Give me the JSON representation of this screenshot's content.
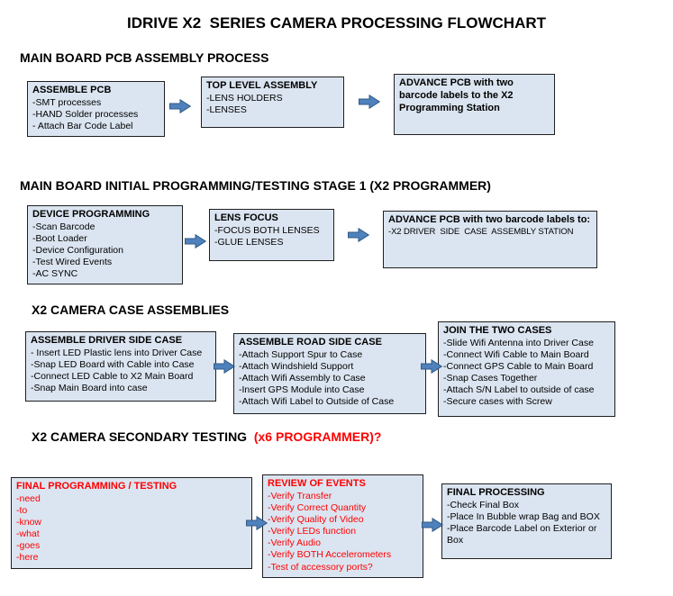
{
  "page": {
    "title": "IDRIVE X2  SERIES CAMERA PROCESSING FLOWCHART"
  },
  "colors": {
    "box_fill": "#dbe5f1",
    "box_border": "#1f1f1f",
    "arrow_fill": "#4f81bd",
    "arrow_stroke": "#2f5a87",
    "red_text": "#ff0000"
  },
  "sections": [
    {
      "heading": "MAIN BOARD PCB ASSEMBLY PROCESS",
      "heading_accent": "",
      "boxes": [
        {
          "title": "ASSEMBLE PCB",
          "lines": [
            "-SMT processes",
            "-HAND Solder processes",
            "- Attach Bar Code Label"
          ]
        },
        {
          "title": "TOP LEVEL ASSEMBLY",
          "lines": [
            "-LENS HOLDERS",
            "-LENSES"
          ]
        },
        {
          "title": "ADVANCE PCB with two barcode labels to the X2 Programming Station",
          "lines": []
        }
      ]
    },
    {
      "heading": "MAIN BOARD INITIAL PROGRAMMING/TESTING STAGE 1 (X2 PROGRAMMER)",
      "heading_accent": "",
      "boxes": [
        {
          "title": "DEVICE PROGRAMMING",
          "lines": [
            "-Scan Barcode",
            "-Boot Loader",
            "-Device Configuration",
            "-Test Wired Events",
            "-AC SYNC"
          ]
        },
        {
          "title": "LENS FOCUS",
          "lines": [
            "-FOCUS BOTH LENSES",
            "-GLUE LENSES"
          ]
        },
        {
          "title": "ADVANCE PCB with two barcode labels to:",
          "lines": [
            "-X2 DRIVER  SIDE  CASE  ASSEMBLY STATION"
          ]
        }
      ]
    },
    {
      "heading": "X2 CAMERA CASE ASSEMBLIES",
      "heading_accent": "",
      "boxes": [
        {
          "title": "ASSEMBLE DRIVER SIDE CASE",
          "lines": [
            "- Insert LED Plastic lens into Driver Case",
            "-Snap LED Board with Cable into Case",
            "-Connect LED Cable to X2 Main Board",
            "-Snap Main Board into case"
          ]
        },
        {
          "title": "ASSEMBLE ROAD SIDE CASE",
          "lines": [
            "-Attach Support Spur to Case",
            "-Attach Windshield Support",
            "-Attach Wifi Assembly to Case",
            "-Insert GPS Module into Case",
            "-Attach Wifi Label to Outside of Case"
          ]
        },
        {
          "title": "JOIN THE TWO CASES",
          "lines": [
            "-Slide Wifi Antenna into Driver Case",
            "-Connect Wifi Cable to Main Board",
            "-Connect GPS Cable to Main Board",
            "-Snap Cases Together",
            "-Attach S/N Label to outside of case",
            "-Secure cases with Screw"
          ]
        }
      ]
    },
    {
      "heading": "X2 CAMERA SECONDARY TESTING  ",
      "heading_accent": "(x6 PROGRAMMER)?",
      "boxes": [
        {
          "title": "FINAL PROGRAMMING / TESTING",
          "lines": [
            "-need",
            "-to",
            "-know",
            "-what",
            "-goes",
            "-here"
          ]
        },
        {
          "title": "REVIEW OF EVENTS",
          "lines": [
            "-Verify Transfer",
            "-Verify Correct Quantity",
            "-Verify Quality of Video",
            "-Verify LEDs function",
            "-Verify Audio",
            "-Verify BOTH Accelerometers",
            "-Test of accessory ports?"
          ]
        },
        {
          "title": "FINAL PROCESSING",
          "lines": [
            "-Check Final Box",
            "-Place In Bubble wrap Bag and BOX",
            "-Place Barcode Label on Exterior or Box"
          ]
        }
      ]
    }
  ]
}
